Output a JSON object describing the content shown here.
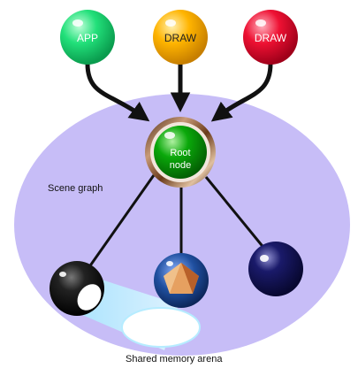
{
  "processes": [
    {
      "label": "APP",
      "color": "#22e07a"
    },
    {
      "label": "DRAW",
      "color": "#ffb400"
    },
    {
      "label": "DRAW",
      "color": "#ee1133"
    }
  ],
  "root": {
    "line1": "Root",
    "line2": "node",
    "color": "#0aa80a",
    "ring_color": "#8a5a3a"
  },
  "arena": {
    "label": "Shared memory arena",
    "color": "#c7bdf7"
  },
  "scene_graph_label": "Scene graph",
  "children": [
    {
      "icon": "camera-icon",
      "color": "#111111"
    },
    {
      "icon": "pyramid-icon",
      "color": "#1f4f9f"
    },
    {
      "icon": "sphere-icon",
      "color": "#1a1a5e"
    }
  ],
  "colors": {
    "arrow": "#111111",
    "edge": "#111111",
    "beam": "#c8f0ff"
  }
}
